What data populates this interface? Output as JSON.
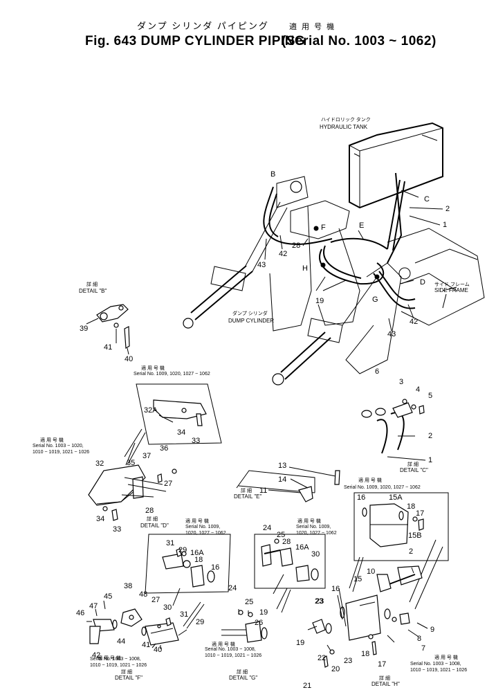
{
  "header": {
    "title_jp": "ダンプ シリンダ パイピング",
    "serial_jp": "適 用 号 機",
    "title": "Fig. 643  DUMP  CYLINDER  PIPING",
    "serial": "(Serial  No. 1003 ~ 1062)"
  },
  "components": {
    "hydraulic_tank_jp": "ハイドロリック タンク",
    "hydraulic_tank": "HYDRAULIC TANK",
    "side_frame_jp": "サイド フレーム",
    "side_frame": "SIDE FRAME",
    "dump_cylinder_jp": "ダンプ シリンダ",
    "dump_cylinder": "DUMP CYLINDER"
  },
  "detail_refs": [
    "B",
    "F",
    "E",
    "C",
    "D",
    "H",
    "G"
  ],
  "details": {
    "b": {
      "jp": "詳 細",
      "label": "DETAIL \"B\""
    },
    "c": {
      "jp": "詳 細",
      "label": "DETAIL \"C\""
    },
    "d": {
      "jp": "詳 細",
      "label": "DETAIL \"D\""
    },
    "e": {
      "jp": "詳 細",
      "label": "DETAIL \"E\""
    },
    "f": {
      "jp": "詳 細",
      "label": "DETAIL \"F\""
    },
    "g": {
      "jp": "詳 細",
      "label": "DETAIL \"G\""
    },
    "h": {
      "jp": "詳 細",
      "label": "DETAIL \"H\""
    }
  },
  "serial_notes": {
    "jp": "適 用 号 機",
    "d_new": "Serial No. 1009, 1020, 1027 ~ 1062",
    "d_old_1": "Serial No. 1003 ~ 1020,",
    "d_old_2": "1010 ~ 1019, 1021 ~ 1026",
    "h_new": "Serial No. 1009, 1020, 1027 ~ 1062",
    "f_new_1": "Serial No. 1009,",
    "f_new_2": "1020, 1027 ~ 1062",
    "g_new_1": "Serial No. 1009,",
    "g_new_2": "1020, 1027 ~ 1062",
    "f_old_1": "Serial No. 1003 ~ 1008,",
    "f_old_2": "1010 ~ 1019, 1021 ~ 1026",
    "g_old_1": "Serial No. 1003 ~ 1008,",
    "g_old_2": "1010 ~ 1019, 1021 ~ 1026",
    "h_old_1": "Serial No. 1003 ~ 1008,",
    "h_old_2": "1010 ~ 1019, 1021 ~ 1026"
  },
  "part_numbers": {
    "main": [
      "2",
      "1",
      "43",
      "42",
      "28",
      "19",
      "43",
      "42"
    ],
    "b": [
      "39",
      "41",
      "40"
    ],
    "c": [
      "6",
      "3",
      "4",
      "5",
      "2",
      "1"
    ],
    "d": [
      "32A",
      "34",
      "33",
      "36",
      "37",
      "35",
      "27",
      "32",
      "28",
      "34",
      "33"
    ],
    "e": [
      "13",
      "14",
      "11"
    ],
    "h_new": [
      "16",
      "15A",
      "18",
      "17",
      "15B"
    ],
    "h_old": [
      "2",
      "16",
      "15",
      "10",
      "23",
      "18",
      "17",
      "7",
      "8",
      "9"
    ],
    "f_new": [
      "24",
      "25",
      "28",
      "16A",
      "16",
      "30",
      "31",
      "29",
      "16A",
      "18"
    ],
    "f_old": [
      "38",
      "48",
      "27",
      "30",
      "31",
      "45",
      "47",
      "46",
      "44",
      "42",
      "41",
      "40",
      "29"
    ],
    "g_old": [
      "24",
      "25",
      "19",
      "26",
      "19",
      "22",
      "20",
      "21"
    ]
  }
}
